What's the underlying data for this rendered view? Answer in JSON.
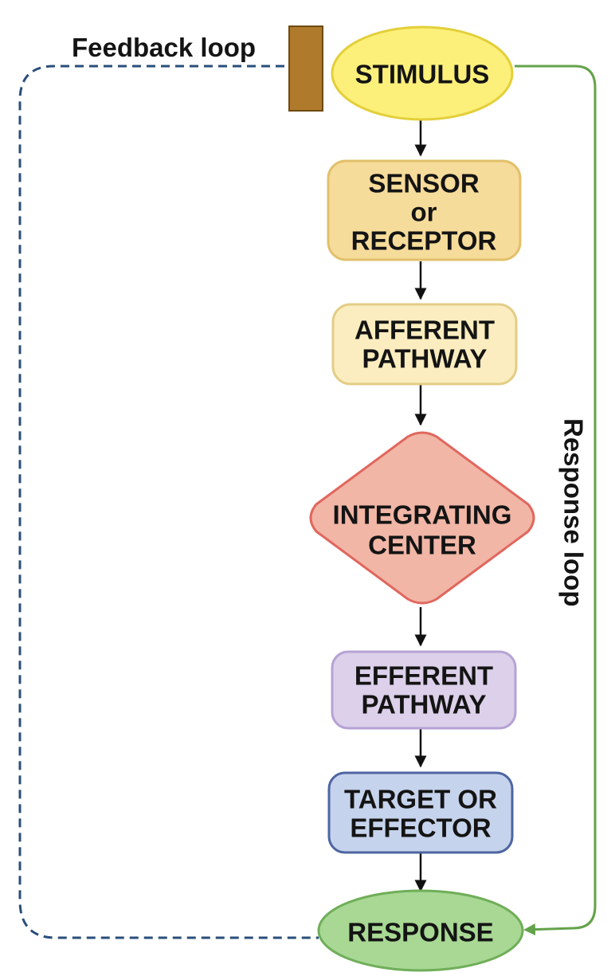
{
  "diagram": {
    "nodes": {
      "stimulus": {
        "label": "STIMULUS"
      },
      "sensor": {
        "line1": "SENSOR",
        "line2": "or",
        "line3": "RECEPTOR"
      },
      "afferent": {
        "line1": "AFFERENT",
        "line2": "PATHWAY"
      },
      "integrating": {
        "line1": "INTEGRATING",
        "line2": "CENTER"
      },
      "efferent": {
        "line1": "EFFERENT",
        "line2": "PATHWAY"
      },
      "target": {
        "line1": "TARGET OR",
        "line2": "EFFECTOR"
      },
      "response": {
        "label": "RESPONSE"
      }
    },
    "labels": {
      "feedback_loop": "Feedback loop",
      "response_loop": "Response loop"
    },
    "colors": {
      "stimulus_fill": "#fcf07a",
      "stimulus_stroke": "#e3cf3a",
      "sensor_fill": "#f6dc9a",
      "sensor_stroke": "#e2c06a",
      "afferent_fill": "#fbedbf",
      "afferent_stroke": "#e3cd86",
      "integrating_fill": "#f1b6a6",
      "integrating_stroke": "#e0675e",
      "efferent_fill": "#dcd0ea",
      "efferent_stroke": "#b6a2d4",
      "target_fill": "#c6d3ec",
      "target_stroke": "#4d65a1",
      "response_fill": "#a8d894",
      "response_stroke": "#6fae58",
      "feedback_line": "#2a4e7a",
      "response_line": "#63a34a",
      "block_fill": "#b07a2c",
      "block_stroke": "#6f4a12",
      "arrow": "#111111"
    }
  }
}
